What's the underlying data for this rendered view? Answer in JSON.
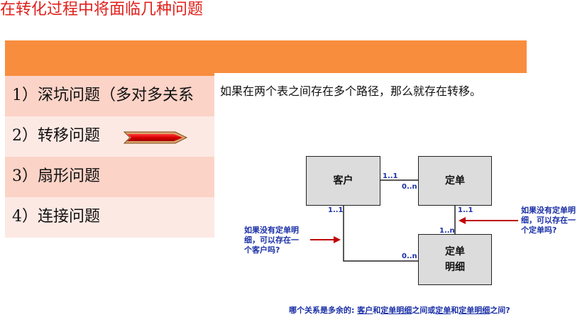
{
  "page": {
    "title": "在转化过程中将面临几种问题"
  },
  "rows": [
    {
      "label": "1）深坑问题（多对多关系"
    },
    {
      "label": "2）转移问题"
    },
    {
      "label": "3）扇形问题"
    },
    {
      "label": "4）连接问题"
    }
  ],
  "colors": {
    "title": "#e0201b",
    "orange_bar": "#f98d3e",
    "row_dark": "#fcd3c7",
    "row_light": "#fde9e4",
    "arrow_red": "#e00000",
    "diagram_text": "#1a2fa6"
  },
  "panel": {
    "text": "如果在两个表之间存在多个路径，那么就存在转移。"
  },
  "diagram": {
    "entities": {
      "customer": "客户",
      "order": "定单",
      "order_detail_line1": "定单",
      "order_detail_line2": "明细"
    },
    "cardinalities": {
      "cust_order_left": "1..1",
      "cust_order_right": "0..n",
      "order_detail_top": "1..1",
      "order_detail_bottom": "1..n",
      "cust_detail_top": "1..1",
      "cust_detail_right": "0..n"
    },
    "note_left": {
      "line1": "如果没有定单明",
      "line2": "细，可以存在一",
      "line3": "个客户吗?"
    },
    "note_right": {
      "line1": "如果没有定单明",
      "line2": "细，可以存在一",
      "line3": "个定单吗?"
    },
    "question": {
      "prefix": "哪个关系是多余的:",
      "customer": "客户",
      "and1": "和",
      "order_detail": "定单明细",
      "middle": "之间或",
      "order": "定单",
      "and2": "和",
      "order_detail2": "定单明细",
      "suffix": "之间?"
    }
  }
}
